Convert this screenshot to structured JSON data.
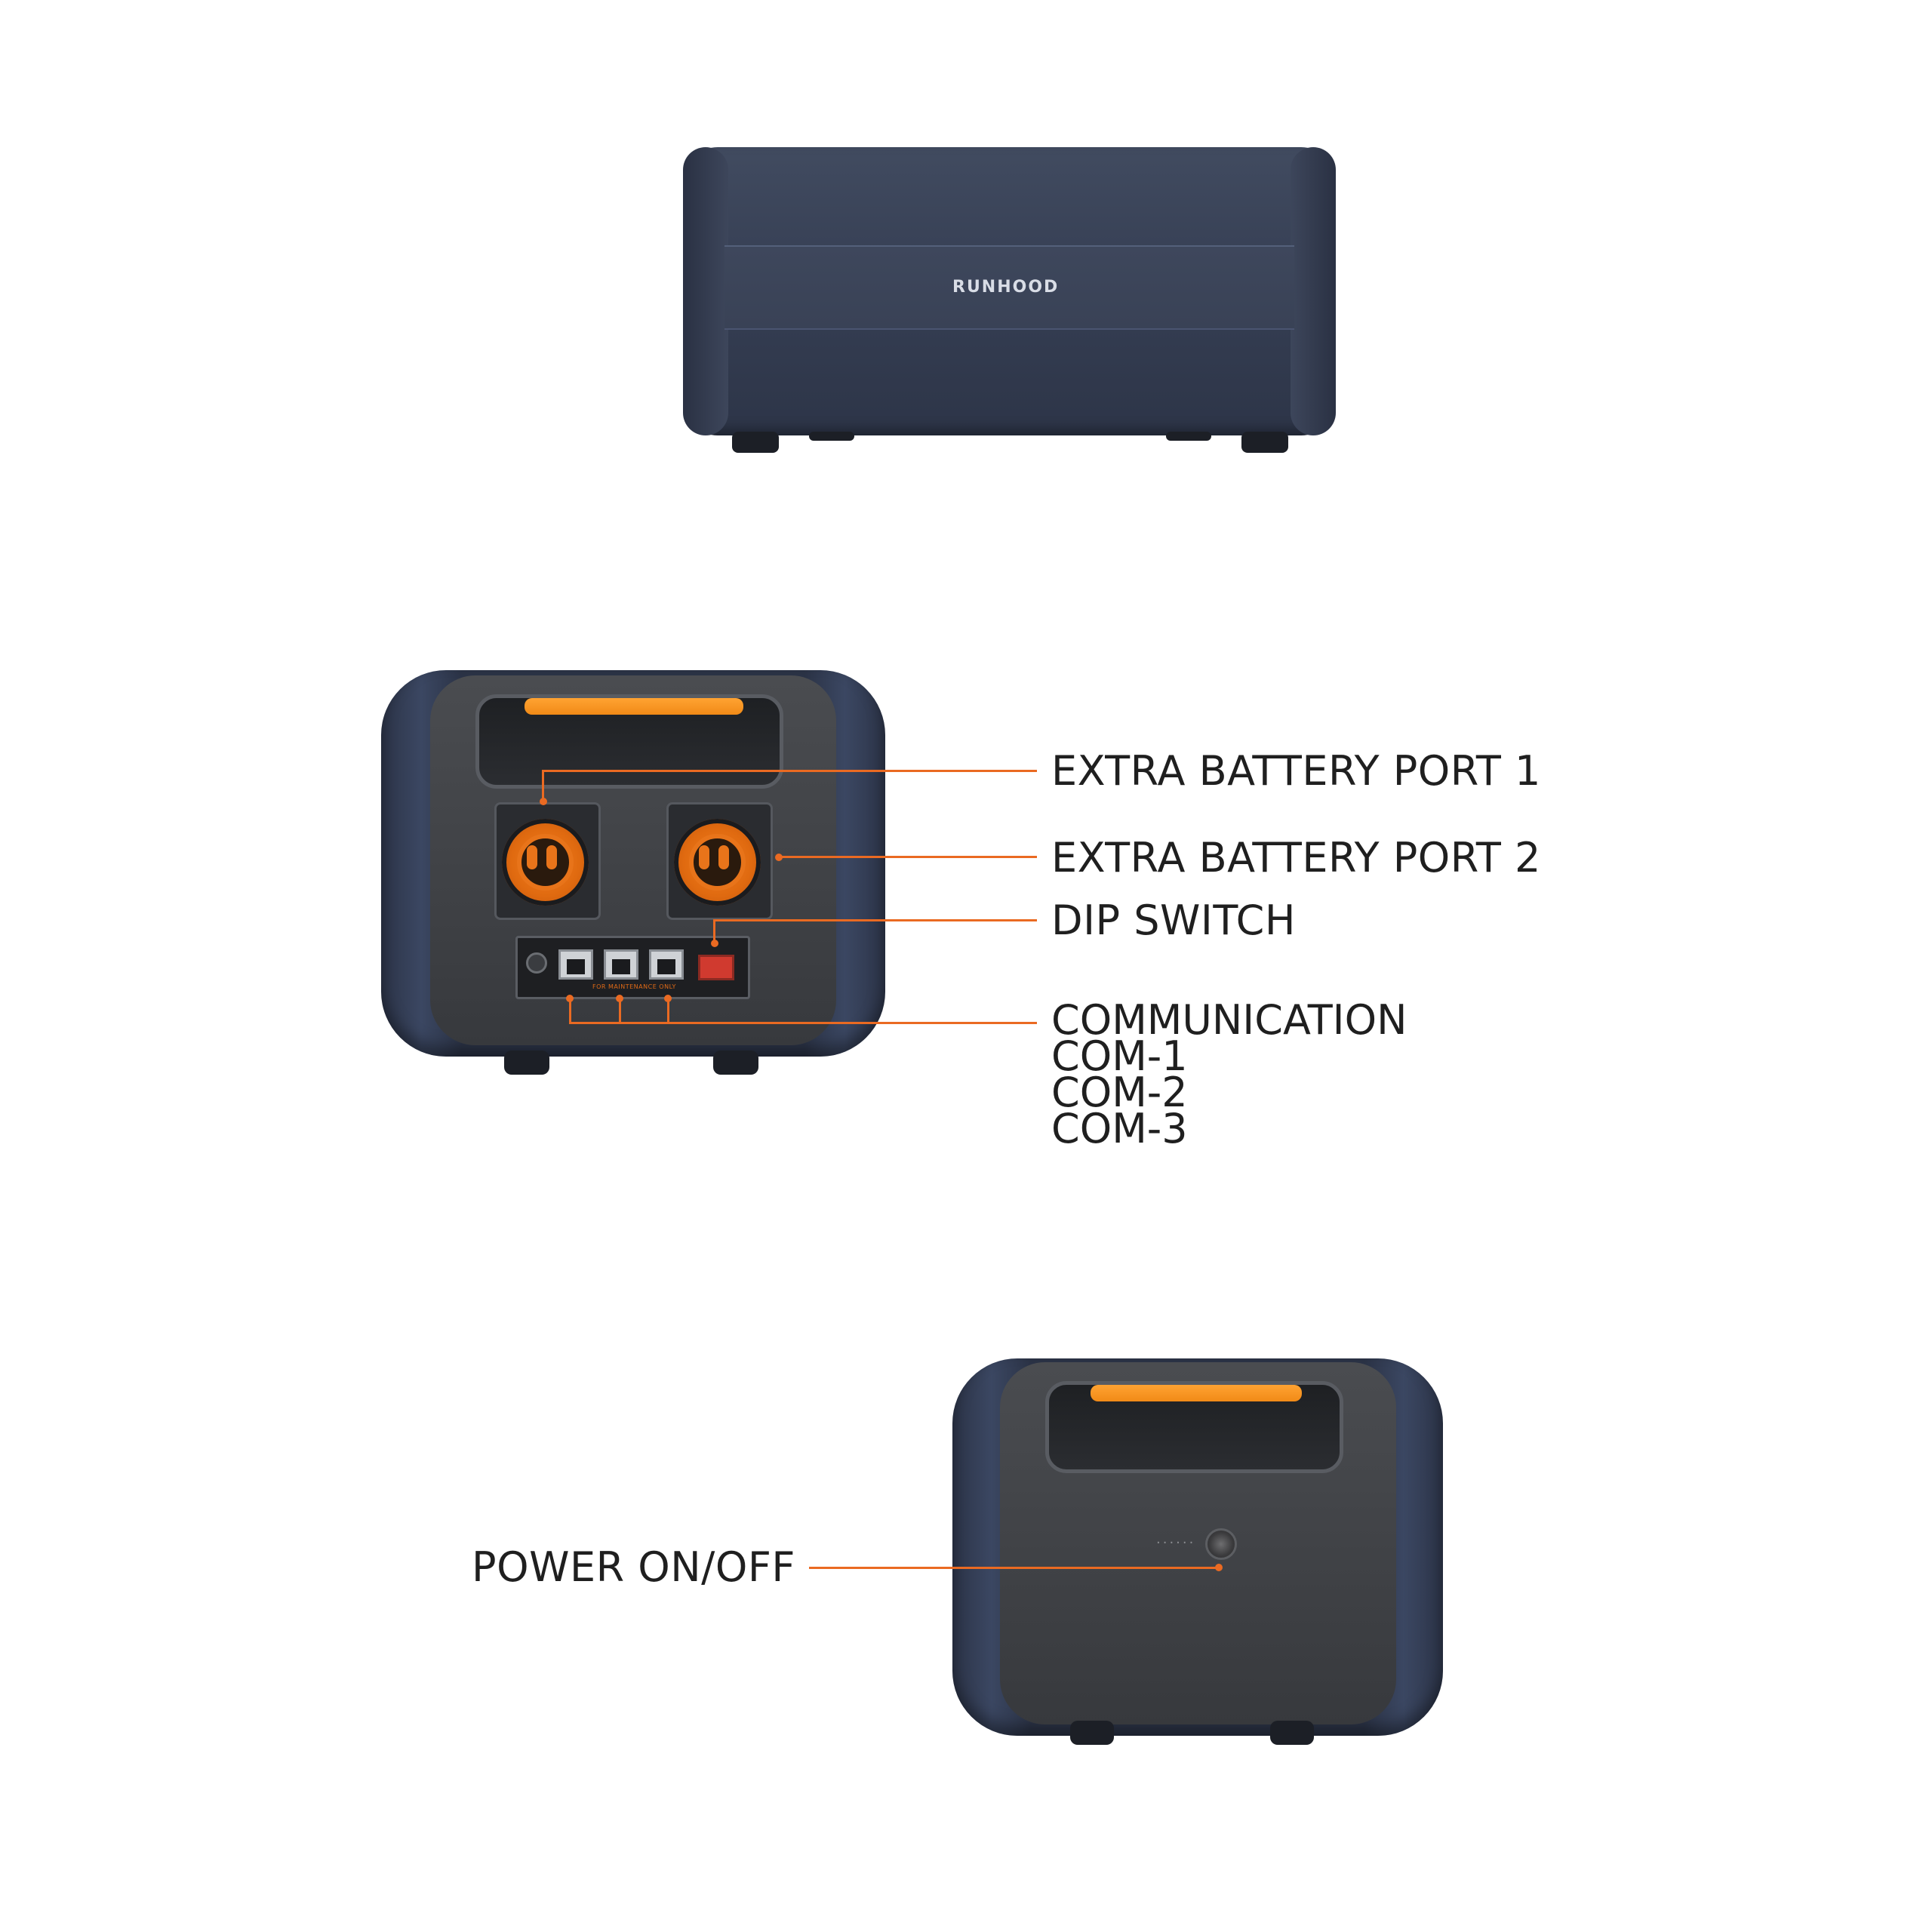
{
  "brand": "RUNHOOD",
  "labels": {
    "port1": "EXTRA BATTERY PORT 1",
    "port2": "EXTRA BATTERY PORT 2",
    "dip": "DIP SWITCH",
    "comm": [
      "COMMUNICATION",
      "COM-1",
      "COM-2",
      "COM-3"
    ],
    "power": "POWER ON/OFF"
  },
  "panel_text": "FOR MAINTENANCE ONLY",
  "colors": {
    "accent": "#ea6a22",
    "body_navy": "#363f54",
    "panel_gray": "#424448",
    "label_text": "#1f1f1f"
  }
}
